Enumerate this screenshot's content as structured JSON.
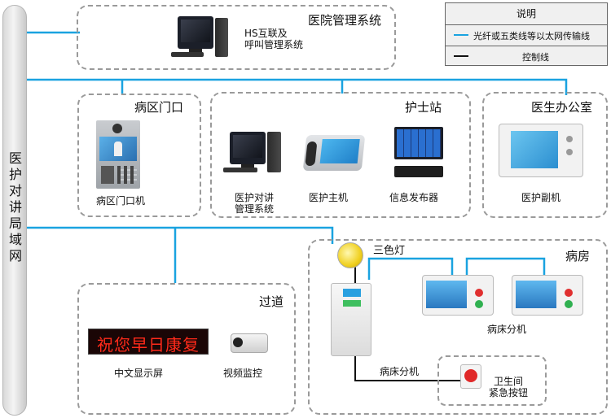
{
  "backbone": {
    "label": "医护对讲局域网",
    "chars": [
      "医",
      "护",
      "对",
      "讲",
      "局",
      "域",
      "网"
    ]
  },
  "legend": {
    "header": "说明",
    "items": [
      {
        "label": "光纤或五类线等以太网传输线",
        "color": "#1aa3e0"
      },
      {
        "label": "控制线",
        "color": "#111111"
      }
    ]
  },
  "sections": {
    "hospital_mgmt": {
      "title": "医院管理系统",
      "device_label_1": "HS互联及",
      "device_label_2": "呼叫管理系统"
    },
    "ward_door": {
      "title": "病区门口",
      "device_label": "病区门口机"
    },
    "nurse_station": {
      "title": "护士站",
      "devices": [
        {
          "label_1": "医护对讲",
          "label_2": "管理系统"
        },
        {
          "label_1": "医护主机",
          "label_2": ""
        },
        {
          "label_1": "信息发布器",
          "label_2": ""
        }
      ]
    },
    "doctor_office": {
      "title": "医生办公室",
      "device_label": "医护副机"
    },
    "corridor": {
      "title": "过道",
      "led_text": "祝您早日康复",
      "display_label": "中文显示屏",
      "camera_label": "视频监控"
    },
    "ward_room": {
      "title": "病房",
      "lamp_label": "三色灯",
      "bed_terminal_label": "病床分机",
      "bed_extension_label": "病床分机",
      "bathroom_label_1": "卫生间",
      "bathroom_label_2": "紧急按钮"
    }
  }
}
